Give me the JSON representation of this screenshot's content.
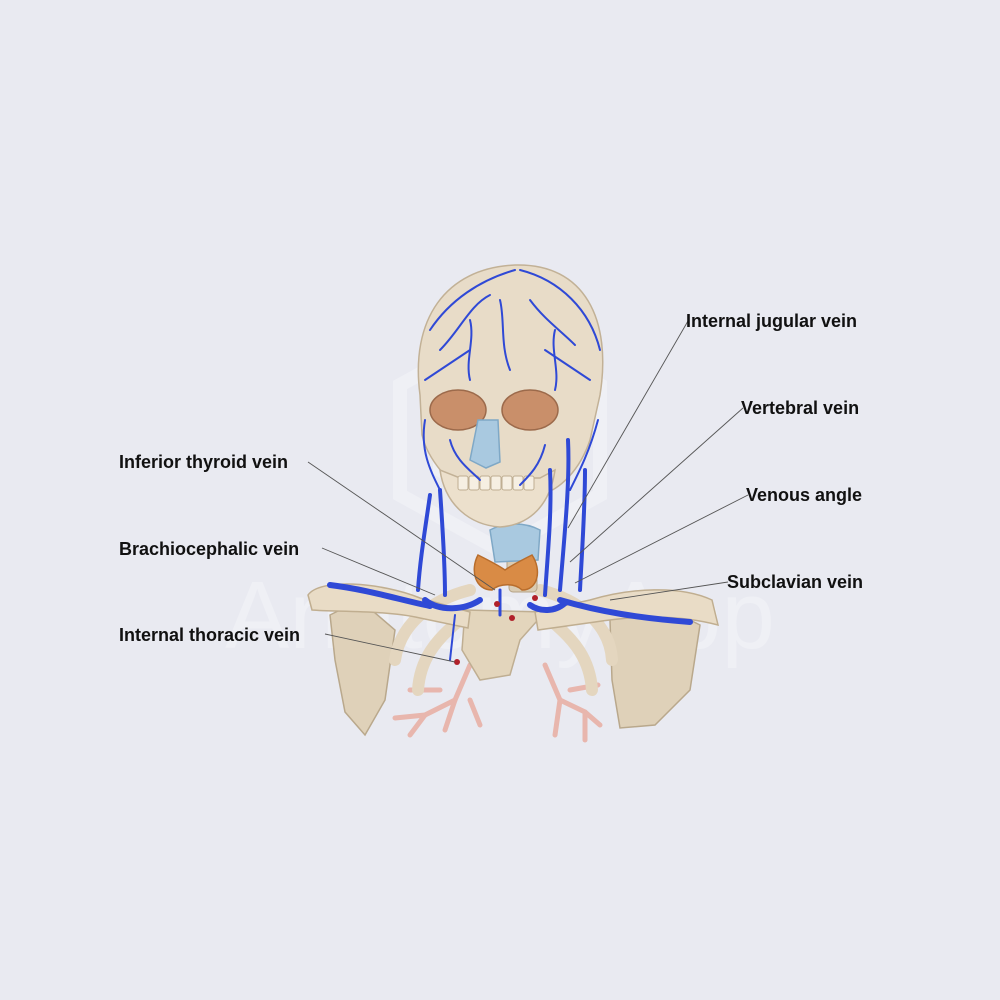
{
  "watermark": {
    "text": "AnatomyApp"
  },
  "colors": {
    "background": "#e9eaf1",
    "vein": "#2f49d6",
    "bone": "#e8dcc8",
    "bone_shade": "#cbbba1",
    "cartilage": "#a9c9e0",
    "thyroid": "#d98b45",
    "bronchi": "#f2c9c2",
    "leader_line": "#555555"
  },
  "labels": {
    "internal_jugular": "Internal jugular vein",
    "vertebral": "Vertebral vein",
    "venous_angle": "Venous angle",
    "subclavian": "Subclavian vein",
    "inferior_thyroid": "Inferior thyroid vein",
    "brachiocephalic": "Brachiocephalic vein",
    "internal_thoracic": "Internal thoracic vein"
  }
}
